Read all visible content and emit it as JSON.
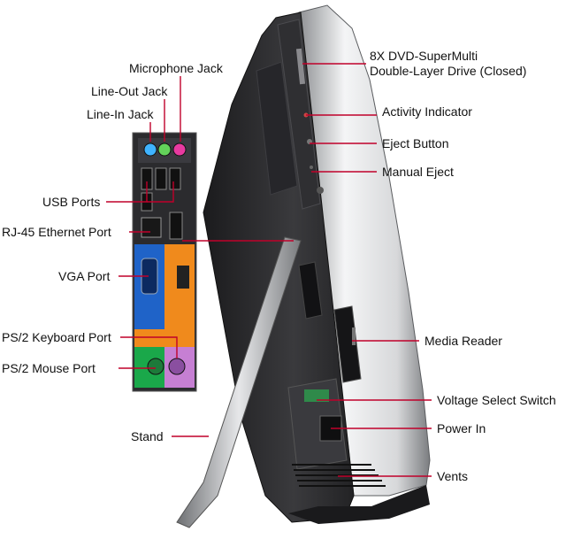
{
  "callouts": {
    "microphone_jack": "Microphone Jack",
    "line_out_jack": "Line-Out Jack",
    "line_in_jack": "Line-In Jack",
    "usb_ports": "USB Ports",
    "rj45_port": "RJ-45 Ethernet Port",
    "vga_port": "VGA Port",
    "ps2_keyboard_port": "PS/2 Keyboard Port",
    "ps2_mouse_port": "PS/2 Mouse Port",
    "stand": "Stand",
    "dvd_drive_line1": "8X DVD-SuperMulti",
    "dvd_drive_line2": "Double-Layer Drive (Closed)",
    "activity_indicator": "Activity Indicator",
    "eject_button": "Eject Button",
    "manual_eject": "Manual Eject",
    "media_reader": "Media Reader",
    "voltage_select_switch": "Voltage Select Switch",
    "power_in": "Power In",
    "vents": "Vents"
  },
  "colors": {
    "leader_line": "#c0002a",
    "port_panel_blue": "#1f63c8",
    "port_panel_orange": "#f08a1c",
    "port_panel_green": "#1aa84a",
    "port_panel_pink": "#e83aa0",
    "chassis": "#2a2a2c",
    "bezel": "#d9dadc"
  }
}
